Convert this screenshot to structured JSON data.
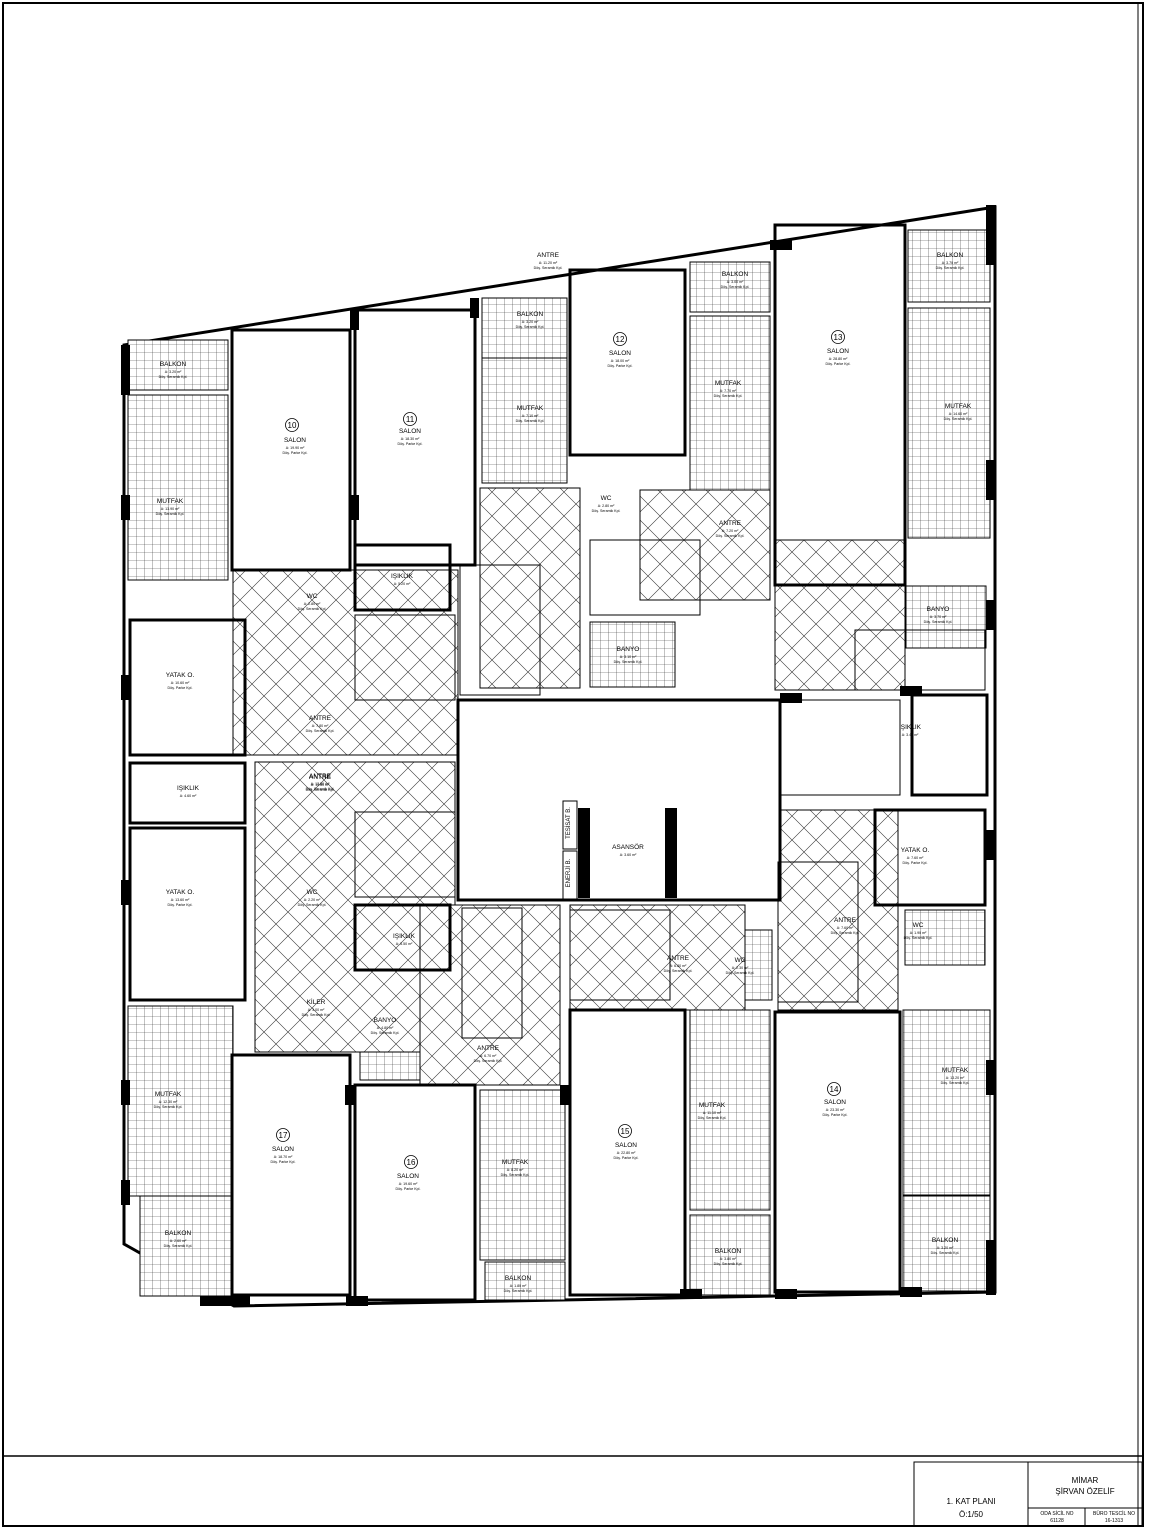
{
  "title_block": {
    "plan_title": "1. KAT PLANI",
    "scale": "Ö:1/50",
    "role": "MİMAR",
    "architect": "ŞİRVAN ÖZELİF",
    "oda_sicil_label": "ODA SİCİL NO",
    "oda_sicil_value": "61128",
    "buro_tescil_label": "BÜRO TESCİL NO",
    "buro_tescil_value": "16-1313"
  },
  "rooms": [
    {
      "name": "BALKON",
      "area": "A: 3.20 m²",
      "spec": "Döş. Seramik Kpl."
    },
    {
      "name": "MUTFAK",
      "area": "A: 13.90 m²",
      "spec": "Döş. Seramik Kpl."
    },
    {
      "name": "SALON",
      "area": "A: 19.90 m²",
      "spec": "Döş. Parke Kpl."
    },
    {
      "name": "SALON",
      "area": "A: 18.30 m²",
      "spec": "Döş. Parke Kpl."
    },
    {
      "name": "BALKON",
      "area": "A: 3.20 m²",
      "spec": "Döş. Seramik Kpl."
    },
    {
      "name": "MUTFAK",
      "area": "A: 7.10 m²",
      "spec": "Döş. Seramik Kpl."
    },
    {
      "name": "SALON",
      "area": "A: 18.00 m²",
      "spec": "Döş. Parke Kpl."
    },
    {
      "name": "BALKON",
      "area": "A: 3.00 m²",
      "spec": "Döş. Seramik Kpl."
    },
    {
      "name": "MUTFAK",
      "area": "A: 7.70 m²",
      "spec": "Döş. Seramik Kpl."
    },
    {
      "name": "SALON",
      "area": "A: 28.80 m²",
      "spec": "Döş. Parke Kpl."
    },
    {
      "name": "BALKON",
      "area": "A: 3.70 m²",
      "spec": "Döş. Seramik Kpl."
    },
    {
      "name": "MUTFAK",
      "area": "A: 14.60 m²",
      "spec": "Döş. Seramik Kpl."
    },
    {
      "name": "IŞIKLIK",
      "area": "A: 5.20 m²",
      "spec": ""
    },
    {
      "name": "WC",
      "area": "A: 2.80 m²",
      "spec": "Döş. Seramik Kpl."
    },
    {
      "name": "ANTRE",
      "area": "A: 11.20 m²",
      "spec": "Döş. Seramik Kpl."
    },
    {
      "name": "ANTRE",
      "area": "A: 7.20 m²",
      "spec": "Döş. Seramik Kpl."
    },
    {
      "name": "WC",
      "area": "A: 2.80 m²",
      "spec": "Döş. Seramik Kpl."
    },
    {
      "name": "YATAK O.",
      "area": "A: 10.60 m²",
      "spec": "Döş. Parke Kpl."
    },
    {
      "name": "ANTRE",
      "area": "A: 7.80 m²",
      "spec": "Döş. Seramik Kpl."
    },
    {
      "name": "BANYO",
      "area": "A: 3.70 m²",
      "spec": "Döş. Seramik Kpl."
    },
    {
      "name": "BANYO",
      "area": "A: 3.10 m²",
      "spec": "Döş. Seramik Kpl."
    },
    {
      "name": "ANTRE",
      "area": "A: 12.50 m²",
      "spec": "Döş. Seramik Kpl."
    },
    {
      "name": "IŞIKLIK",
      "area": "A: 3.40 m²",
      "spec": ""
    },
    {
      "name": "IŞIKLIK",
      "area": "A: 4.60 m²",
      "spec": ""
    },
    {
      "name": "ANTRE",
      "area": "A: 13.60 m²",
      "spec": "Döş. Seramik Kpl."
    },
    {
      "name": "YATAK O.",
      "area": "A: 13.60 m²",
      "spec": "Döş. Parke Kpl."
    },
    {
      "name": "WC",
      "area": "A: 2.20 m²",
      "spec": "Döş. Seramik Kpl."
    },
    {
      "name": "ASANSÖR",
      "area": "A: 3.60 m²",
      "spec": ""
    },
    {
      "name": "YATAK O.",
      "area": "A: 7.60 m²",
      "spec": "Döş. Parke Kpl."
    },
    {
      "name": "IŞIKLIK",
      "area": "A: 5.50 m²",
      "spec": ""
    },
    {
      "name": "ANTRE",
      "area": "A: 7.60 m²",
      "spec": "Döş. Seramik Kpl."
    },
    {
      "name": "WC",
      "area": "A: 1.90 m²",
      "spec": "Döş. Seramik Kpl."
    },
    {
      "name": "KİLER",
      "area": "A: 3.00 m²",
      "spec": "Döş. Seramik Kpl."
    },
    {
      "name": "BANYO",
      "area": "A: 4.80 m²",
      "spec": "Döş. Seramik Kpl."
    },
    {
      "name": "ANTRE",
      "area": "A: 6.70 m²",
      "spec": "Döş. Seramik Kpl."
    },
    {
      "name": "WC",
      "area": "A: 2.30 m²",
      "spec": "Döş. Seramik Kpl."
    },
    {
      "name": "ANTRE",
      "area": "A: 6.80 m²",
      "spec": "Döş. Seramik Kpl."
    },
    {
      "name": "MUTFAK",
      "area": "A: 12.30 m²",
      "spec": "Döş. Seramik Kpl."
    },
    {
      "name": "SALON",
      "area": "A: 18.70 m²",
      "spec": "Döş. Parke Kpl."
    },
    {
      "name": "SALON",
      "area": "A: 19.60 m²",
      "spec": "Döş. Parke Kpl."
    },
    {
      "name": "MUTFAK",
      "area": "A: 8.20 m²",
      "spec": "Döş. Seramik Kpl."
    },
    {
      "name": "SALON",
      "area": "A: 22.80 m²",
      "spec": "Döş. Parke Kpl."
    },
    {
      "name": "MUTFAK",
      "area": "A: 11.10 m²",
      "spec": "Döş. Seramik Kpl."
    },
    {
      "name": "SALON",
      "area": "A: 23.30 m²",
      "spec": "Döş. Parke Kpl."
    },
    {
      "name": "MUTFAK",
      "area": "A: 13.20 m²",
      "spec": "Döş. Seramik Kpl."
    },
    {
      "name": "BALKON",
      "area": "A: 2.60 m²",
      "spec": "Döş. Seramik Kpl."
    },
    {
      "name": "BALKON",
      "area": "A: 1.80 m²",
      "spec": "Döş. Seramik Kpl."
    },
    {
      "name": "BALKON",
      "area": "A: 3.80 m²",
      "spec": "Döş. Seramik Kpl."
    },
    {
      "name": "BALKON",
      "area": "A: 3.20 m²",
      "spec": "Döş. Seramik Kpl."
    }
  ],
  "unit_numbers": [
    "10",
    "11",
    "12",
    "13",
    "14",
    "15",
    "16",
    "17"
  ],
  "shaft_labels": [
    "TESİSAT B.",
    "ENERJİ B."
  ]
}
